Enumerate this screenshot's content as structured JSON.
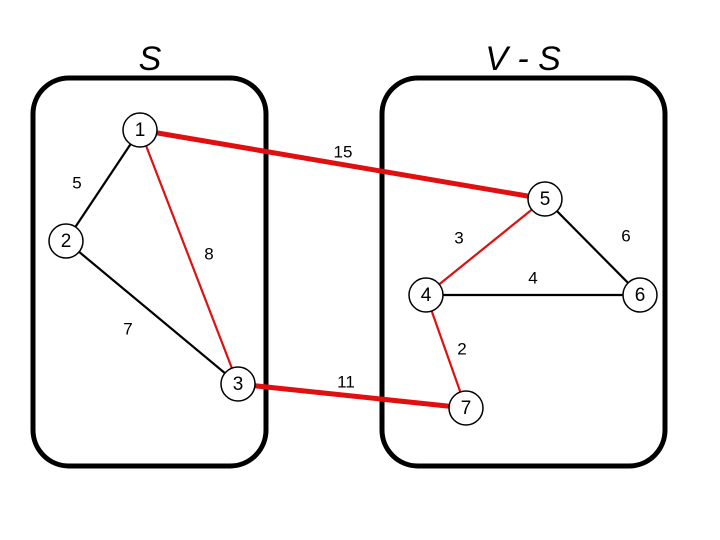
{
  "sets": [
    {
      "id": "S",
      "label": "S"
    },
    {
      "id": "VS",
      "label": "V - S"
    }
  ],
  "nodes": [
    {
      "id": "1",
      "label": "1"
    },
    {
      "id": "2",
      "label": "2"
    },
    {
      "id": "3",
      "label": "3"
    },
    {
      "id": "4",
      "label": "4"
    },
    {
      "id": "5",
      "label": "5"
    },
    {
      "id": "6",
      "label": "6"
    },
    {
      "id": "7",
      "label": "7"
    }
  ],
  "edges": [
    {
      "from": "1",
      "to": "2",
      "weight": "5",
      "color": "#000000",
      "style": "normal"
    },
    {
      "from": "1",
      "to": "3",
      "weight": "8",
      "color": "#e01010",
      "style": "normal"
    },
    {
      "from": "2",
      "to": "3",
      "weight": "7",
      "color": "#000000",
      "style": "normal"
    },
    {
      "from": "1",
      "to": "5",
      "weight": "15",
      "color": "#e01010",
      "style": "crossing"
    },
    {
      "from": "3",
      "to": "7",
      "weight": "11",
      "color": "#e01010",
      "style": "crossing"
    },
    {
      "from": "5",
      "to": "4",
      "weight": "3",
      "color": "#e01010",
      "style": "normal"
    },
    {
      "from": "5",
      "to": "6",
      "weight": "6",
      "color": "#000000",
      "style": "normal"
    },
    {
      "from": "4",
      "to": "6",
      "weight": "4",
      "color": "#000000",
      "style": "normal"
    },
    {
      "from": "4",
      "to": "7",
      "weight": "2",
      "color": "#e01010",
      "style": "normal"
    }
  ]
}
